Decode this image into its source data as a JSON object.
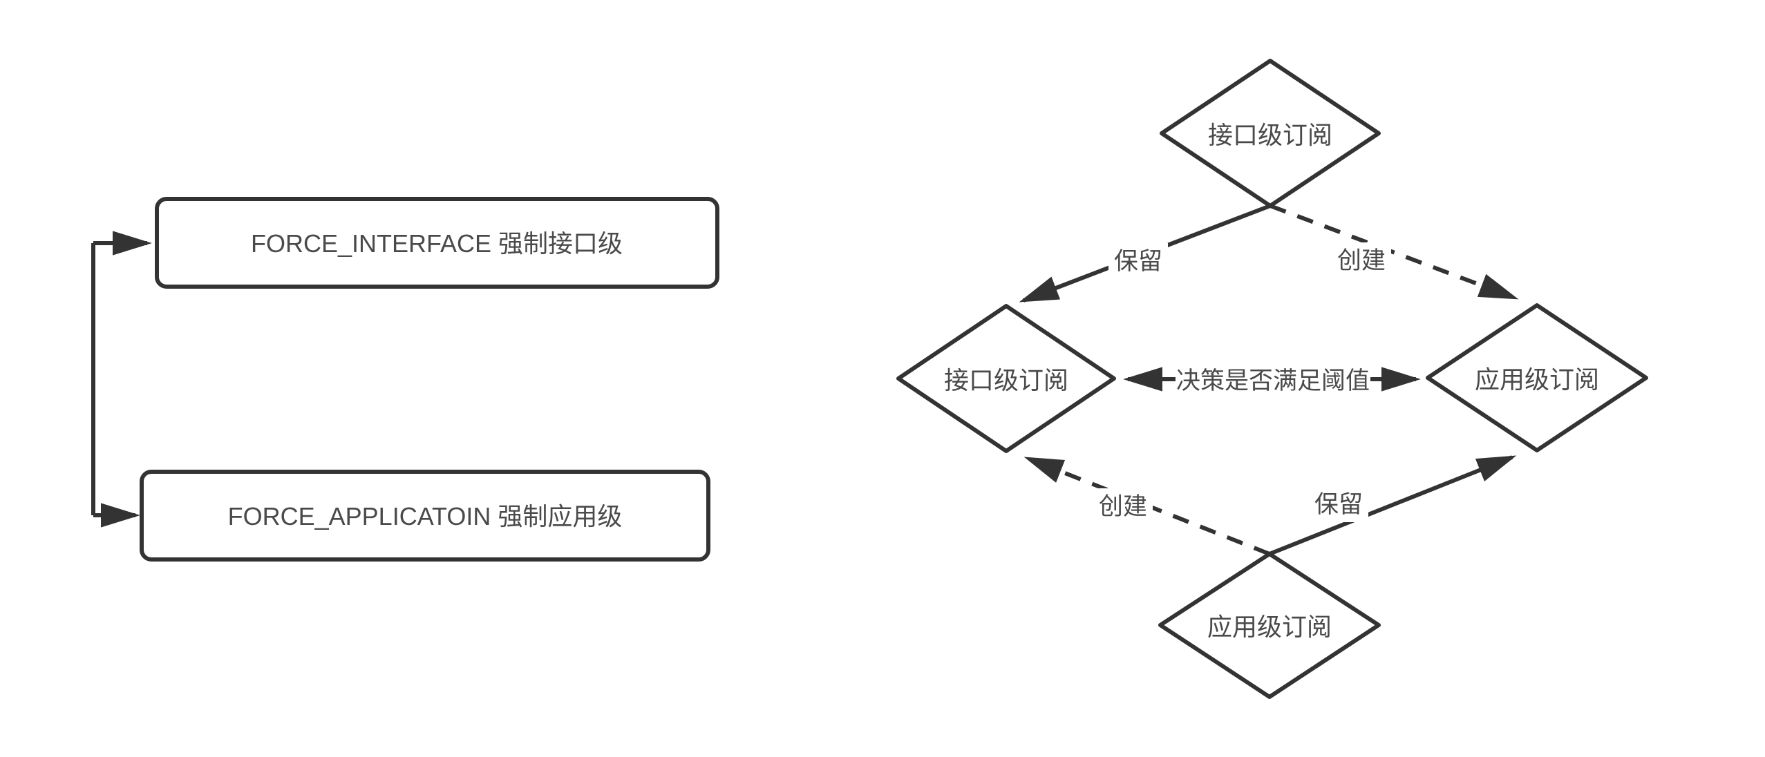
{
  "colors": {
    "stroke": "#333333",
    "text": "#4a4a4a",
    "background": "#ffffff"
  },
  "left_panel": {
    "boxes": [
      {
        "label": "FORCE_INTERFACE 强制接口级"
      },
      {
        "label": "FORCE_APPLICATOIN 强制应用级"
      }
    ]
  },
  "flowchart": {
    "nodes": {
      "top": {
        "label": "接口级订阅"
      },
      "left": {
        "label": "接口级订阅"
      },
      "right": {
        "label": "应用级订阅"
      },
      "bottom": {
        "label": "应用级订阅"
      }
    },
    "center_label": "决策是否满足阈值",
    "edge_labels": {
      "top_left": "保留",
      "top_right": "创建",
      "bottom_left": "创建",
      "bottom_right": "保留"
    }
  }
}
